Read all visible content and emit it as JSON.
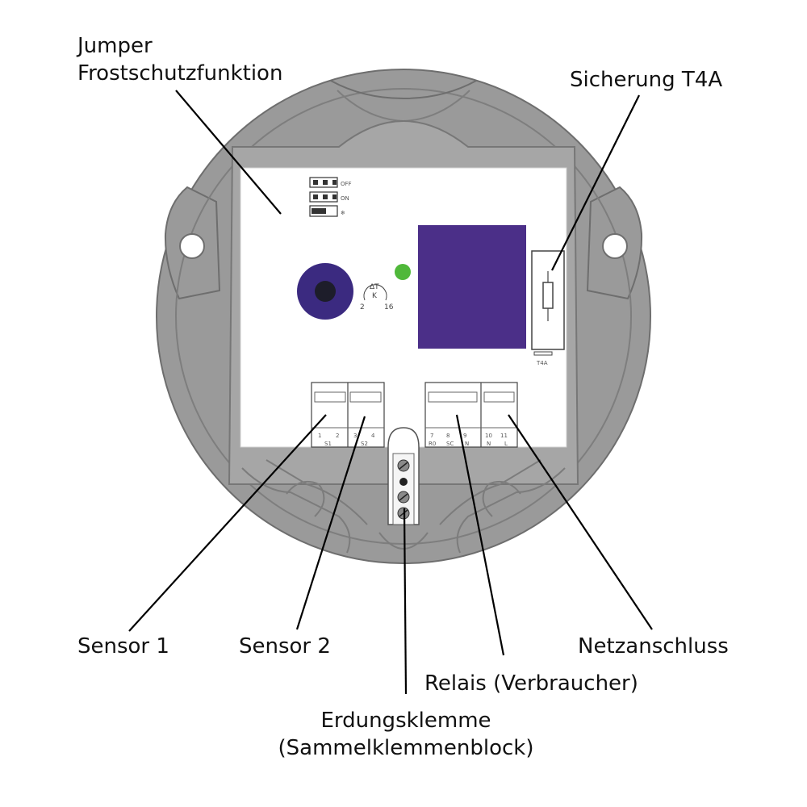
{
  "labels": {
    "jumper_line1": "Jumper",
    "jumper_line2": "Frostschutzfunktion",
    "fuse": "Sicherung T4A",
    "sensor1": "Sensor 1",
    "sensor2": "Sensor 2",
    "mains": "Netzanschluss",
    "relay": "Relais (Verbraucher)",
    "earth_line1": "Erdungsklemme",
    "earth_line2": "(Sammelklemmenblock)"
  },
  "board_marks": {
    "jumper_off": "OFF",
    "jumper_on": "ON",
    "jumper_frost": "❄",
    "dial_delta": "ΔT",
    "dial_unit": "K",
    "dial_min": "2",
    "dial_max": "16",
    "fuse_mark": "T4A",
    "terminal_numbers": [
      "1",
      "2",
      "3",
      "4",
      "7",
      "8",
      "9",
      "10",
      "11"
    ],
    "terminal_groups": [
      "S1",
      "S2",
      "R0",
      "SC",
      "N",
      "N",
      "L"
    ]
  },
  "colors": {
    "housing": "#9a9a9a",
    "housing_dark": "#7c7c7c",
    "board": "#ffffff",
    "relay": "#4b2f88",
    "knob": "#3b2a80",
    "led": "#4fb83a",
    "leader": "#000000"
  }
}
